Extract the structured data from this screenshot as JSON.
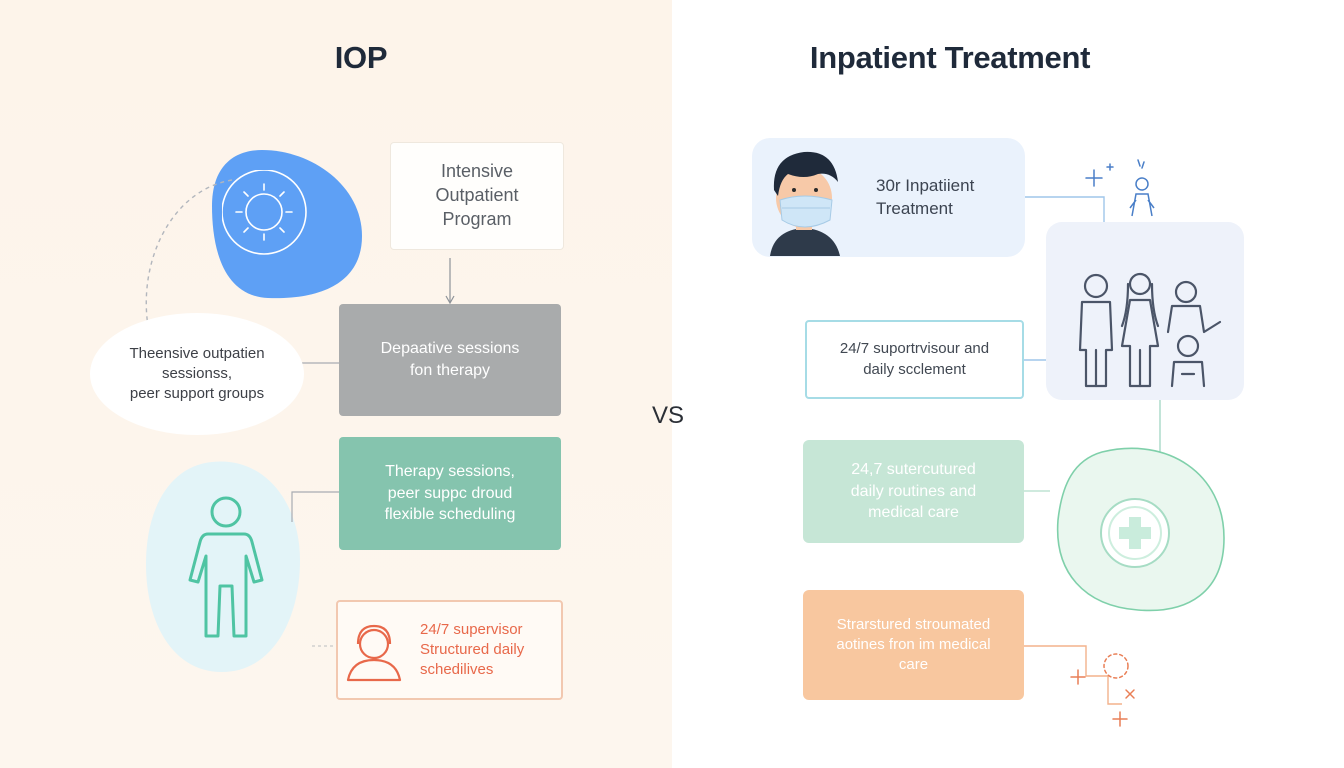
{
  "left": {
    "title": "IOP",
    "program_box": "Intensive\nOutpatient\nProgram",
    "gray_box": "Depaative sessions\nfon therapy",
    "green_box": "Therapy sessions,\npeer suppc droud\nflexible scheduling",
    "orange_box": "24/7 supervisor\nStructured daily\nschedilives",
    "oval_box": "Theensive outpatien\nsessionss,\npeer support groups"
  },
  "vs_label": "VS",
  "right": {
    "title": "Inpatient Treatment",
    "header_box": "30r Inpatiient\nTreatment",
    "outline_box": "24/7 suportrvisour and\ndaily scclement",
    "green_box": "24,7 sutercutured\ndaily routines and\nmedical care",
    "orange_box": "Strarstured stroumated\naotines fron im medical\ncare"
  },
  "colors": {
    "left_bg": "#fdf4ea",
    "blue_blob": "#5ea0f5",
    "gray_box": "#a9abac",
    "teal_box": "#85c4ae",
    "orange_accent": "#e8684a",
    "light_blue_card": "#eaf2fc",
    "mint_box": "#c6e6d6",
    "peach_box": "#f8c79f"
  },
  "icons": [
    "sun-icon",
    "person-outline-icon",
    "user-headset-icon",
    "masked-person-icon",
    "sparkle-icon",
    "family-icon",
    "medical-cross-icon",
    "network-node-icon"
  ]
}
